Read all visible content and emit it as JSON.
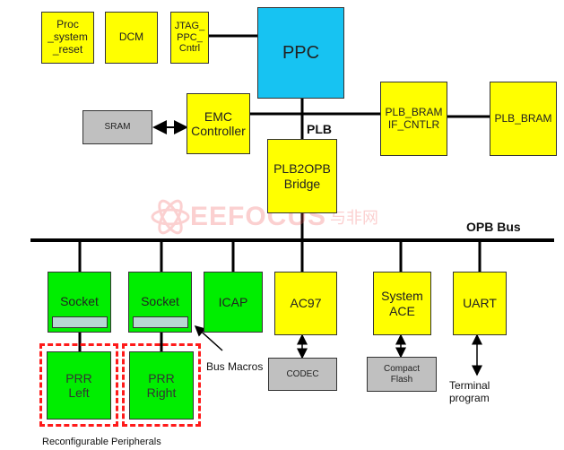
{
  "blocks": {
    "proc_reset": "Proc\n_system\n_reset",
    "dcm": "DCM",
    "jtag": "JTAG_\nPPC_\nCntrl",
    "ppc": "PPC",
    "sram": "SRAM",
    "emc": "EMC\nController",
    "plb_bram_if": "PLB_BRAM\nIF_CNTLR",
    "plb_bram": "PLB_BRAM",
    "plb2opb": "PLB2OPB\nBridge",
    "socket_left": "Socket",
    "socket_right": "Socket",
    "icap": "ICAP",
    "ac97": "AC97",
    "system_ace": "System\nACE",
    "uart": "UART",
    "prr_left": "PRR\nLeft",
    "prr_right": "PRR\nRight",
    "codec": "CODEC",
    "compact_flash": "Compact\nFlash"
  },
  "labels": {
    "plb": "PLB",
    "opb_bus": "OPB Bus",
    "bus_macros": "Bus Macros",
    "terminal_program": "Terminal\nprogram",
    "reconfigurable_peripherals": "Reconfigurable Peripherals"
  },
  "watermark": {
    "text": "EEFOCUS",
    "cn": "与非网"
  },
  "colors": {
    "yellow": "#ffff00",
    "green": "#00ee00",
    "cyan": "#17c3f2",
    "gray": "#c0c0c0",
    "dashed_border": "#ff1a1a"
  }
}
